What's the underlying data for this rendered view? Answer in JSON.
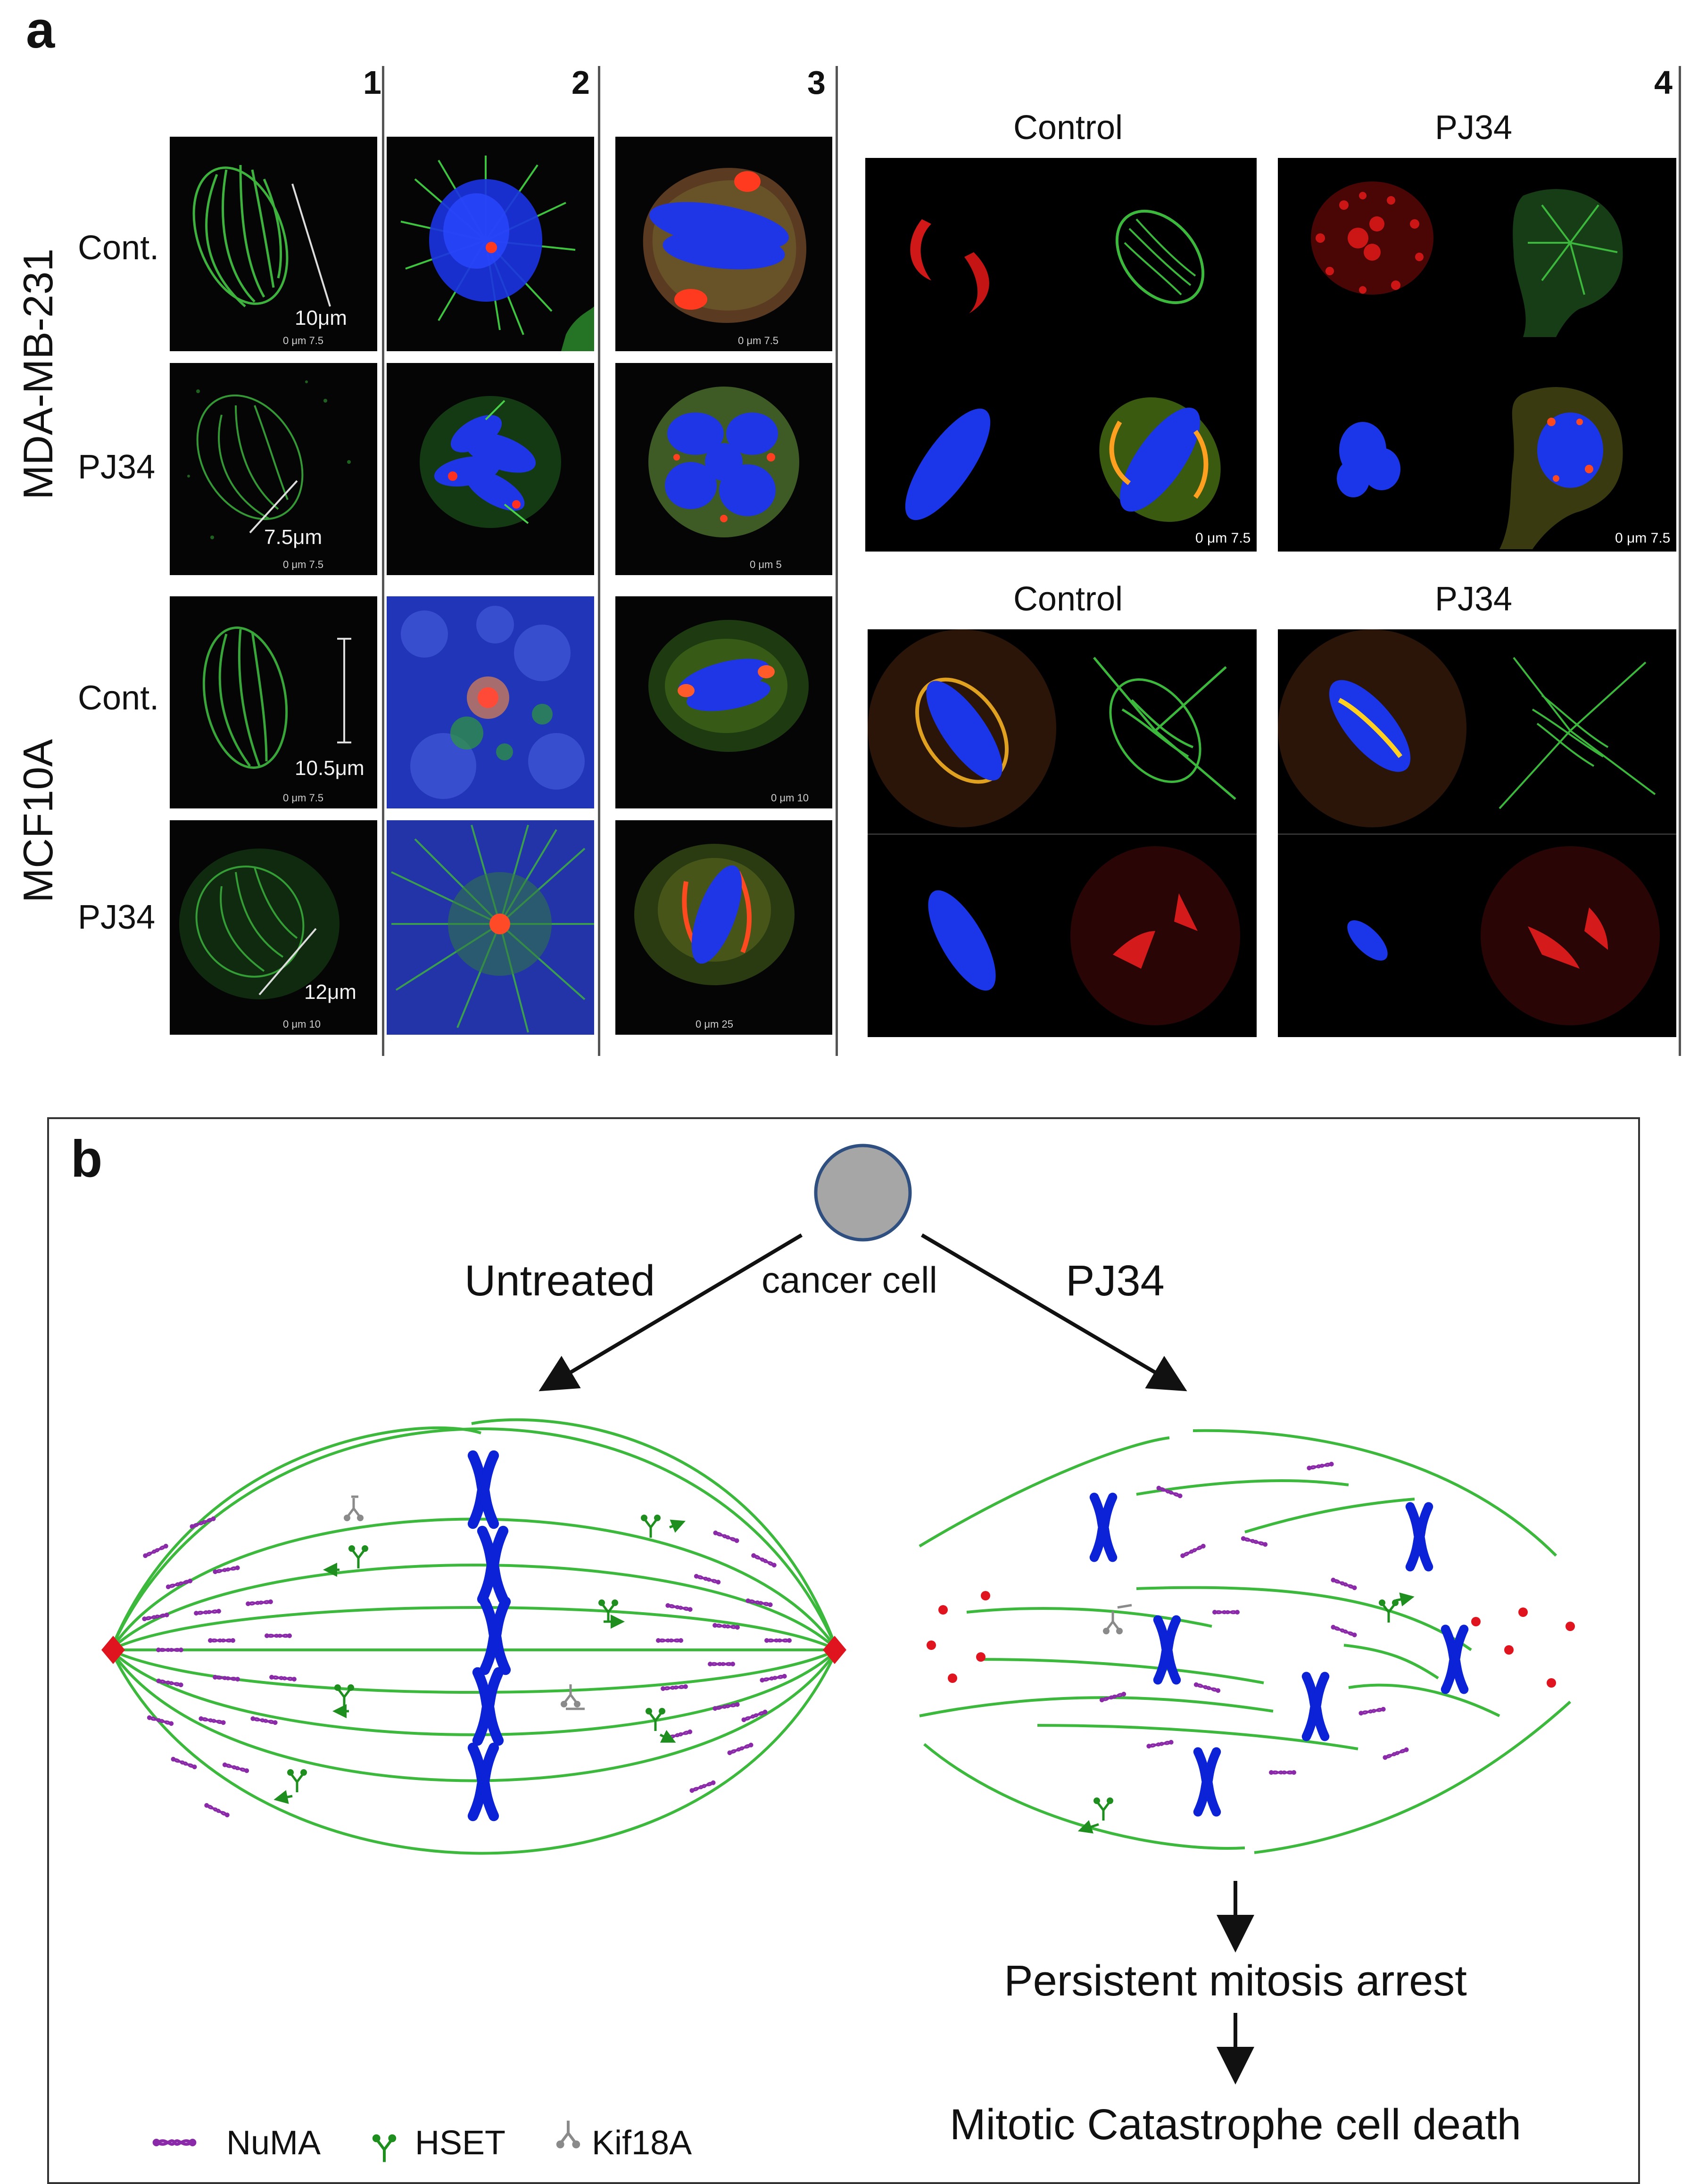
{
  "panel_a": {
    "letter": "a",
    "columns": [
      "1",
      "2",
      "3",
      "4"
    ],
    "cell_lines": [
      "MDA-MB-231",
      "MCF10A"
    ],
    "row_labels": [
      "Cont.",
      "PJ34",
      "Cont.",
      "PJ34"
    ],
    "scalebars": [
      "10μm",
      "7.5μm",
      "10.5μm",
      "12μm"
    ],
    "col4_titles": [
      "Control",
      "PJ34",
      "Control",
      "PJ34"
    ],
    "micro_ticks": {
      "r1c1": "0      μm      7.5",
      "r2c1": "0      μm      7.5",
      "r3c1": "0      μm      7.5",
      "r4c1": "0      μm      10",
      "r1c3": "0        μm      7.5",
      "r2c3": "0        μm      5",
      "r3c3": "0      μm      10",
      "r4c3": "0            μm            25",
      "c4a": "0 μm 7.5",
      "c4b": "0 μm 7.5"
    }
  },
  "panel_b": {
    "letter": "b",
    "cancer_cell": "cancer cell",
    "branch_left": "Untreated",
    "branch_right": "PJ34",
    "outcome_1": "Persistent mitosis arrest",
    "outcome_2": "Mitotic Catastrophe cell death",
    "legend": [
      "NuMA",
      "HSET",
      "Kif18A"
    ]
  },
  "colors": {
    "microtubule_green": "#3cb93c",
    "dna_blue": "#0b22d6",
    "numa_purple": "#8a2aa8",
    "hset_green": "#1e8f1e",
    "kif18a_gray": "#8a8a8a",
    "centrosome_red": "#e0141e",
    "cell_gray": "#a6a6a6"
  }
}
